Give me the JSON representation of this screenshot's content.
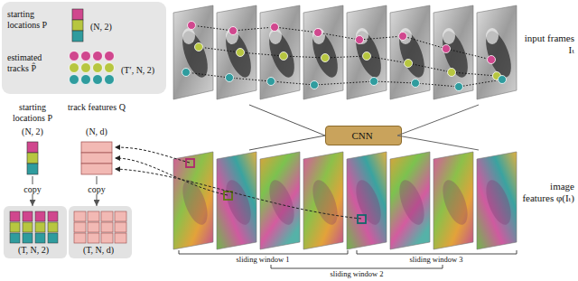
{
  "diagram": {
    "nodes": [
      {
        "text": [
          "starting locations P",
          "(N, 2)",
          "estimated tracks P̂",
          "(T′, N, 2)"
        ]
      },
      {
        "text": [
          "input frames Iₜ"
        ]
      },
      {
        "text": [
          "CNN"
        ]
      },
      {
        "text": [
          "image features φ(Iₜ)"
        ]
      },
      {
        "text": [
          "starting locations P",
          "(N, 2)"
        ]
      },
      {
        "text": [
          "track features Q",
          "(N, d)"
        ]
      },
      {
        "text": [
          "(T, N, 2)"
        ]
      },
      {
        "text": [
          "(T, N, d)"
        ]
      }
    ],
    "edges": [
      {
        "from": 1,
        "to": 2,
        "arrow": "none"
      },
      {
        "from": 2,
        "to": 3,
        "arrow": "none"
      },
      {
        "from": 4,
        "to": 6,
        "label": "copy",
        "arrow": "to"
      },
      {
        "from": 5,
        "to": 7,
        "label": "copy",
        "arrow": "to"
      }
    ],
    "labels": [
      "sliding window 1",
      "sliding window 2",
      "sliding window 3"
    ]
  }
}
